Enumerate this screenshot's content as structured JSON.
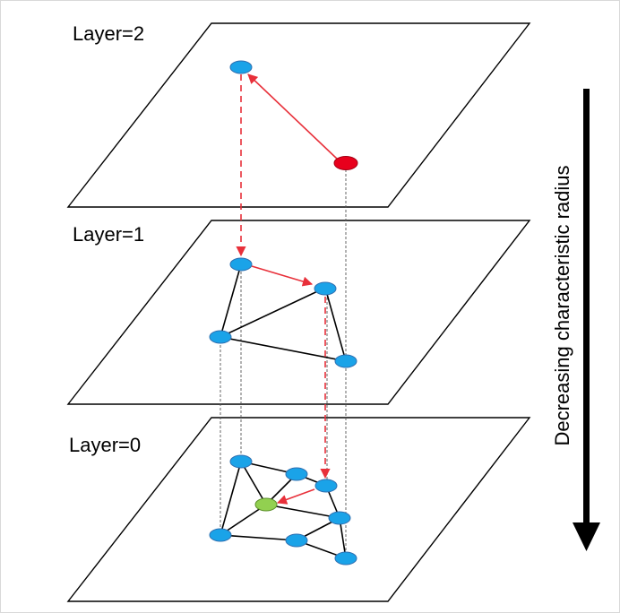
{
  "layers": [
    {
      "label": "Layer=2"
    },
    {
      "label": "Layer=1"
    },
    {
      "label": "Layer=0"
    }
  ],
  "axis": {
    "label": "Decreasing characteristic radius"
  },
  "colors": {
    "node": "#1aa3e8",
    "node_stroke": "#2f6fb0",
    "entry_node": "#e8001c",
    "target_node": "#92d050",
    "search_path": "#e8303a",
    "edge": "#000000",
    "guide": "#555555"
  }
}
